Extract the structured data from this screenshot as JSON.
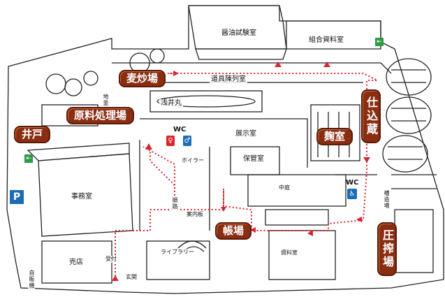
{
  "rooms": {
    "shoyu_test": "醤油試験室",
    "kumiai": "組合資料室",
    "dougu": "道具陳列室",
    "jigama": "地釜",
    "asai": "浅井丸",
    "tenji": "展示室",
    "boiler": "ボイラー",
    "hokan": "保管室",
    "nakaniwa": "中庭",
    "jimu": "事務室",
    "junro": "順路",
    "annai": "案内板",
    "library": "ライブラリー",
    "shiryo": "資料室",
    "baiten": "売店",
    "uketsuke": "受付",
    "genkan": "玄関",
    "hanbaiki": "自販機",
    "moromi": "槽造場"
  },
  "badges": {
    "bakusho": "麦炒場",
    "genryo": "原料処理場",
    "ido": "井戸",
    "shikomi": "仕込蔵",
    "koji": "麹室",
    "chobajo": "帳場",
    "assaku": "圧搾場"
  },
  "wc": {
    "label1": "WC",
    "label2": "WC",
    "male": "man-icon",
    "female": "woman-icon",
    "accessible": "wheelchair-icon"
  },
  "symbols": {
    "parking": "P",
    "exit_icon": "emergency-exit-icon",
    "exit_glyph": "⇤",
    "wheelchair_glyph": "♿",
    "male_glyph": "♂",
    "female_glyph": "♀"
  },
  "colors": {
    "badge": "#8a2e12",
    "route": "#d9252c",
    "parking": "#1c6db5",
    "exit": "#2e9a43",
    "wall": "#222222"
  }
}
